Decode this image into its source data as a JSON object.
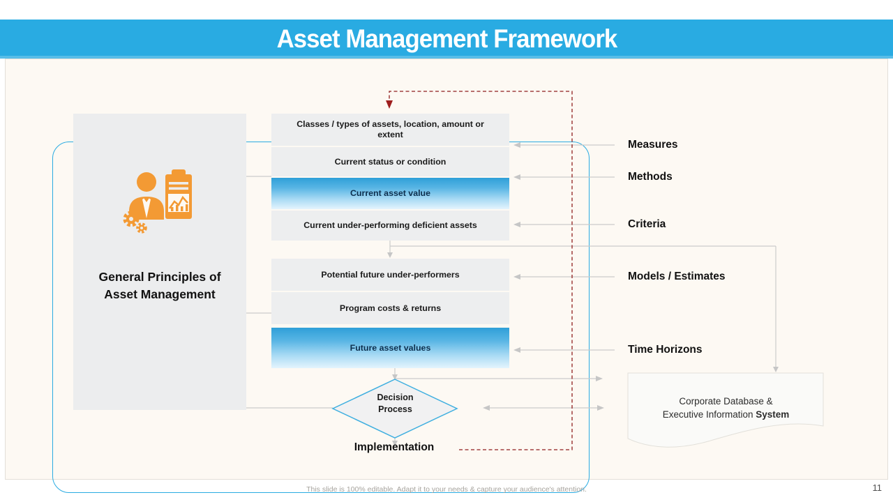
{
  "title_bar": {
    "title": "Asset Management Framework"
  },
  "principles_panel": {
    "line1": "General Principles of",
    "line2": "Asset Management",
    "icon": "manager-clipboard-gears-icon"
  },
  "assessment_boxes": {
    "group1": [
      {
        "label": "Classes / types of assets, location, amount or extent",
        "variant": "gray"
      },
      {
        "label": "Current status or condition",
        "variant": "gray"
      },
      {
        "label": "Current asset value",
        "variant": "blue"
      },
      {
        "label": "Current under-performing deficient assets",
        "variant": "gray"
      }
    ],
    "group2": [
      {
        "label": "Potential future under-performers",
        "variant": "gray"
      },
      {
        "label": "Program costs & returns",
        "variant": "gray"
      },
      {
        "label": "Future asset values",
        "variant": "blue"
      }
    ]
  },
  "side_labels": [
    "Measures",
    "Methods",
    "Criteria",
    "Models / Estimates",
    "Time Horizons"
  ],
  "decision": {
    "line1": "Decision",
    "line2": "Process"
  },
  "implementation": {
    "label": "Implementation"
  },
  "database_box": {
    "line1": "Corporate Database &",
    "line2_prefix": "Executive Information ",
    "line2_bold": "System"
  },
  "footer": {
    "note": "This slide is 100% editable. Adapt it to your needs & capture your audience's attention.",
    "page_number": "11"
  },
  "colors": {
    "accent_cyan": "#29ABE2",
    "icon_orange": "#F39A34",
    "feedback_red": "#8F1D1D",
    "connector_gray": "#CBCBCB",
    "box_gray": "#EDEEEF",
    "panel_gray": "#ECEDEE"
  }
}
